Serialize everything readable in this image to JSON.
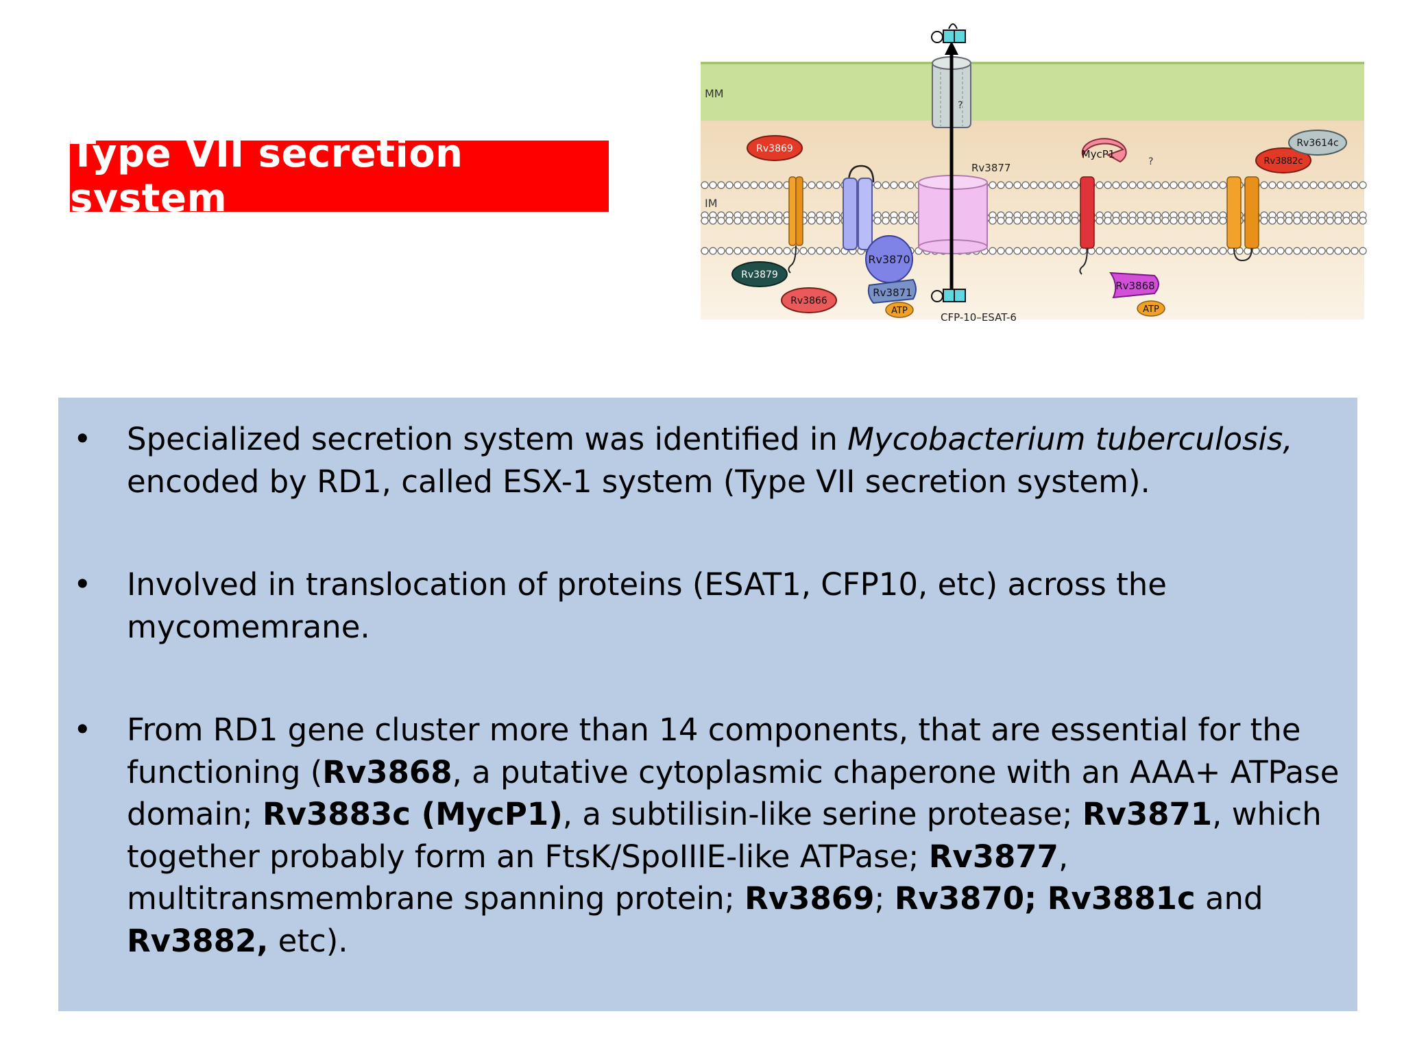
{
  "title": "Type VII secretion system",
  "diagram": {
    "mm_label": "MM",
    "im_label": "IM",
    "question": "?",
    "question2": "?",
    "rv3877": "Rv3877",
    "rv3869": "Rv3869",
    "mycp1": "MycP1",
    "rv3614c": "Rv3614c",
    "rv3882c": "Rv3882c",
    "rv3870": "Rv3870",
    "rv3871": "Rv3871",
    "rv3879": "Rv3879",
    "rv3866": "Rv3866",
    "rv3868": "Rv3868",
    "atp1": "ATP",
    "atp2": "ATP",
    "cfp": "CFP-10–ESAT-6"
  },
  "bullets": {
    "b1": {
      "l1_a": "Specialized secretion system was identified in ",
      "l1_b": "Mycobacterium tuberculosis,",
      "l2": "encoded by RD1, called ESX-1 system (Type VII secretion system)."
    },
    "b2": {
      "l1": "Involved in translocation of proteins (ESAT1, CFP10, etc) across the",
      "l2": "mycomemrane."
    },
    "b3": {
      "l1": "From RD1 gene cluster more than 14 components, that are essential for the",
      "l2_a": "functioning (",
      "l2_b": "Rv3868",
      "l2_c": ", a putative cytoplasmic chaperone with an AAA+ ATPase",
      "l3_a": "domain; ",
      "l3_b": "Rv3883c (MycP1)",
      "l3_c": ", a subtilisin-like serine protease; ",
      "l3_d": "Rv3871",
      "l3_e": ", which",
      "l4_a": "together probably form an FtsK/SpoIIIE-like ATPase; ",
      "l4_b": "Rv3877",
      "l4_c": ",",
      "l5_a": "multitransmembrane spanning protein; ",
      "l5_b": "Rv3869",
      "l5_c": "; ",
      "l5_d": "Rv3870; Rv3881c",
      "l5_e": " and",
      "l6_a": "Rv3882,",
      "l6_b": " etc)."
    }
  },
  "colors": {
    "title_bg": "#ff0000",
    "panel_bg": "#b9cce4",
    "mycomembrane": "#c9e19a",
    "cytoplasm": "#f0dcc0"
  }
}
